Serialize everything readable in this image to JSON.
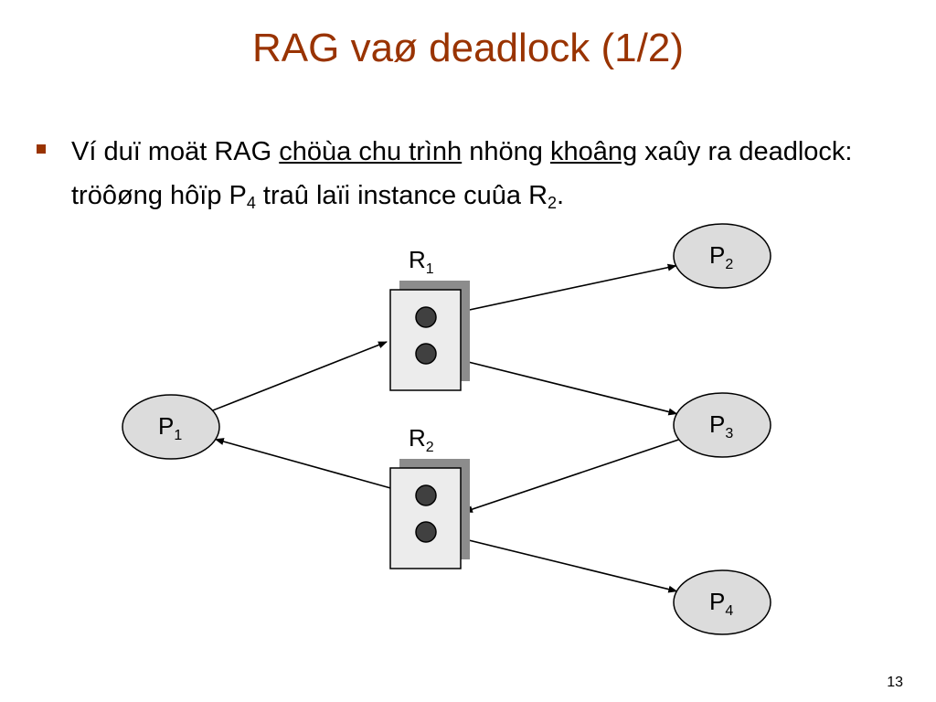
{
  "slide": {
    "title": "RAG vaø deadlock (1/2)",
    "bullet": {
      "p1": "Ví duï moät RAG ",
      "u1": "chöùa chu trình",
      "p2": " nhöng ",
      "u2": "khoâng",
      "p3": " xaûy ra deadlock: tröôøng hôïp P",
      "sub1": "4",
      "p4": " traû laïi instance cuûa R",
      "sub2": "2",
      "p5": "."
    },
    "page_number": "13"
  },
  "colors": {
    "title": "#993300",
    "bullet": "#993300",
    "process_fill": "#dcdcdc",
    "resource_fill": "#ececec",
    "resource_shadow": "#8c8c8c",
    "dot_fill": "#404040"
  },
  "diagram": {
    "processes": [
      {
        "id": "P1",
        "letter": "P",
        "sub": "1"
      },
      {
        "id": "P2",
        "letter": "P",
        "sub": "2"
      },
      {
        "id": "P3",
        "letter": "P",
        "sub": "3"
      },
      {
        "id": "P4",
        "letter": "P",
        "sub": "4"
      }
    ],
    "resources": [
      {
        "id": "R1",
        "letter": "R",
        "sub": "1",
        "instances": 2
      },
      {
        "id": "R2",
        "letter": "R",
        "sub": "2",
        "instances": 2
      }
    ],
    "edges": [
      {
        "from": "P1",
        "to": "R1",
        "kind": "request"
      },
      {
        "from": "R1",
        "to": "P2",
        "kind": "assignment",
        "instance": 0
      },
      {
        "from": "R1",
        "to": "P3",
        "kind": "assignment",
        "instance": 1
      },
      {
        "from": "P3",
        "to": "R2",
        "kind": "request"
      },
      {
        "from": "R2",
        "to": "P1",
        "kind": "assignment",
        "instance": 0
      },
      {
        "from": "R2",
        "to": "P4",
        "kind": "assignment",
        "instance": 1
      }
    ]
  }
}
